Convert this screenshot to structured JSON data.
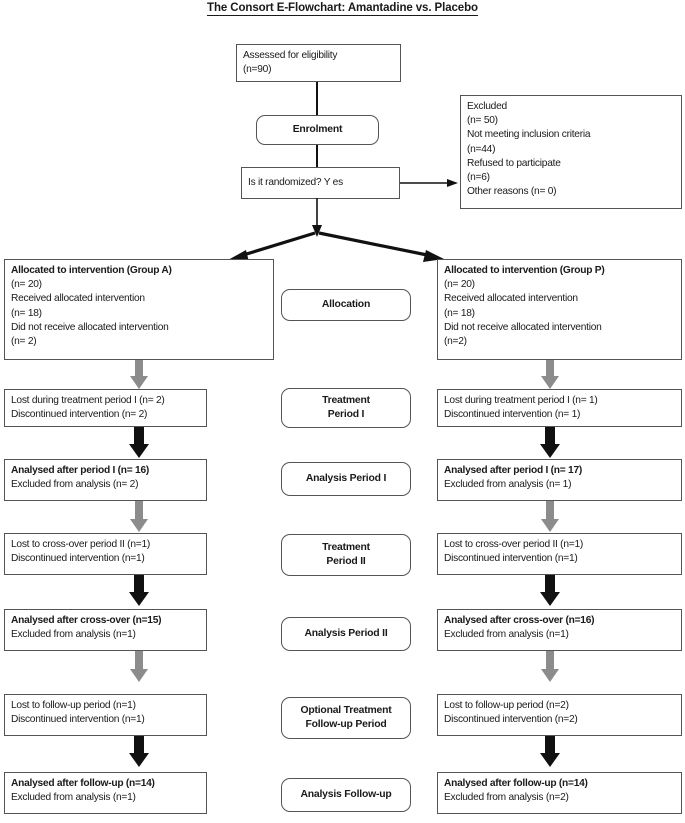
{
  "title": "The Consort E-Flowchart:  Amantadine vs. Placebo",
  "colors": {
    "black_arrow": "#111111",
    "gray_arrow": "#8c8c8c",
    "box_border": "#545454",
    "background": "#ffffff",
    "text": "#1a1a1a"
  },
  "boxes": {
    "assessed": {
      "line1": "Assessed for eligibility",
      "line2": "(n=90)"
    },
    "enrolment": {
      "label": "Enrolment"
    },
    "randomized": {
      "label": "Is it randomized? Y es"
    },
    "excluded": {
      "line1": "Excluded",
      "line2": "(n= 50)",
      "line3": "Not meeting inclusion criteria",
      "line4": "(n=44)",
      "line5": "Refused to participate",
      "line6": "(n=6)",
      "line7": " Other reasons (n= 0)"
    }
  },
  "stages": [
    {
      "name": "allocation",
      "line1": "Allocation",
      "line2": ""
    },
    {
      "name": "treatment-1",
      "line1": "Treatment",
      "line2": "Period I"
    },
    {
      "name": "analysis-1",
      "line1": "Analysis Period I",
      "line2": ""
    },
    {
      "name": "treatment-2",
      "line1": "Treatment",
      "line2": "Period II"
    },
    {
      "name": "analysis-2",
      "line1": "Analysis Period II",
      "line2": ""
    },
    {
      "name": "followup",
      "line1": "Optional Treatment",
      "line2": "Follow-up Period"
    },
    {
      "name": "analysis-fu",
      "line1": "Analysis Follow-up",
      "line2": ""
    }
  ],
  "group_a": {
    "allocated": {
      "line1": "Allocated to intervention (Group A)",
      "line2": "(n= 20)",
      "line3": "Received allocated intervention",
      "line4": "(n= 18)",
      "line5": "Did not receive allocated intervention",
      "line6": "(n= 2)"
    },
    "treatment1": {
      "line1": "Lost during treatment period I (n= 2)",
      "line2": "Discontinued intervention (n= 2)"
    },
    "analysis1": {
      "line1": "Analysed after period I (n= 16)",
      "line2": "Excluded from analysis (n= 2)"
    },
    "treatment2": {
      "line1": "Lost to cross-over period II (n=1)",
      "line2": "Discontinued intervention (n=1)"
    },
    "analysis2": {
      "line1": "Analysed after cross-over (n=15)",
      "line2": "Excluded from analysis (n=1)"
    },
    "followup": {
      "line1": "Lost to follow-up period (n=1)",
      "line2": "Discontinued intervention (n=1)"
    },
    "analysisfu": {
      "line1": "Analysed after follow-up (n=14)",
      "line2": "Excluded from analysis (n=1)"
    }
  },
  "group_p": {
    "allocated": {
      "line1": "Allocated to intervention (Group P)",
      "line2": "(n= 20)",
      "line3": "Received allocated intervention",
      "line4": "(n= 18)",
      "line5": "Did not receive allocated intervention",
      "line6": "(n=2)"
    },
    "treatment1": {
      "line1": "Lost during treatment period I (n= 1)",
      "line2": "Discontinued intervention (n= 1)"
    },
    "analysis1": {
      "line1": "Analysed after period I (n= 17)",
      "line2": "Excluded from analysis (n= 1)"
    },
    "treatment2": {
      "line1": "Lost to cross-over period II (n=1)",
      "line2": "Discontinued intervention (n=1)"
    },
    "analysis2": {
      "line1": "Analysed after cross-over (n=16)",
      "line2": "Excluded from analysis (n=1)"
    },
    "followup": {
      "line1": "Lost to follow-up period (n=2)",
      "line2": "Discontinued intervention (n=2)"
    },
    "analysisfu": {
      "line1": "Analysed after follow-up (n=14)",
      "line2": "Excluded from analysis (n=2)"
    }
  }
}
